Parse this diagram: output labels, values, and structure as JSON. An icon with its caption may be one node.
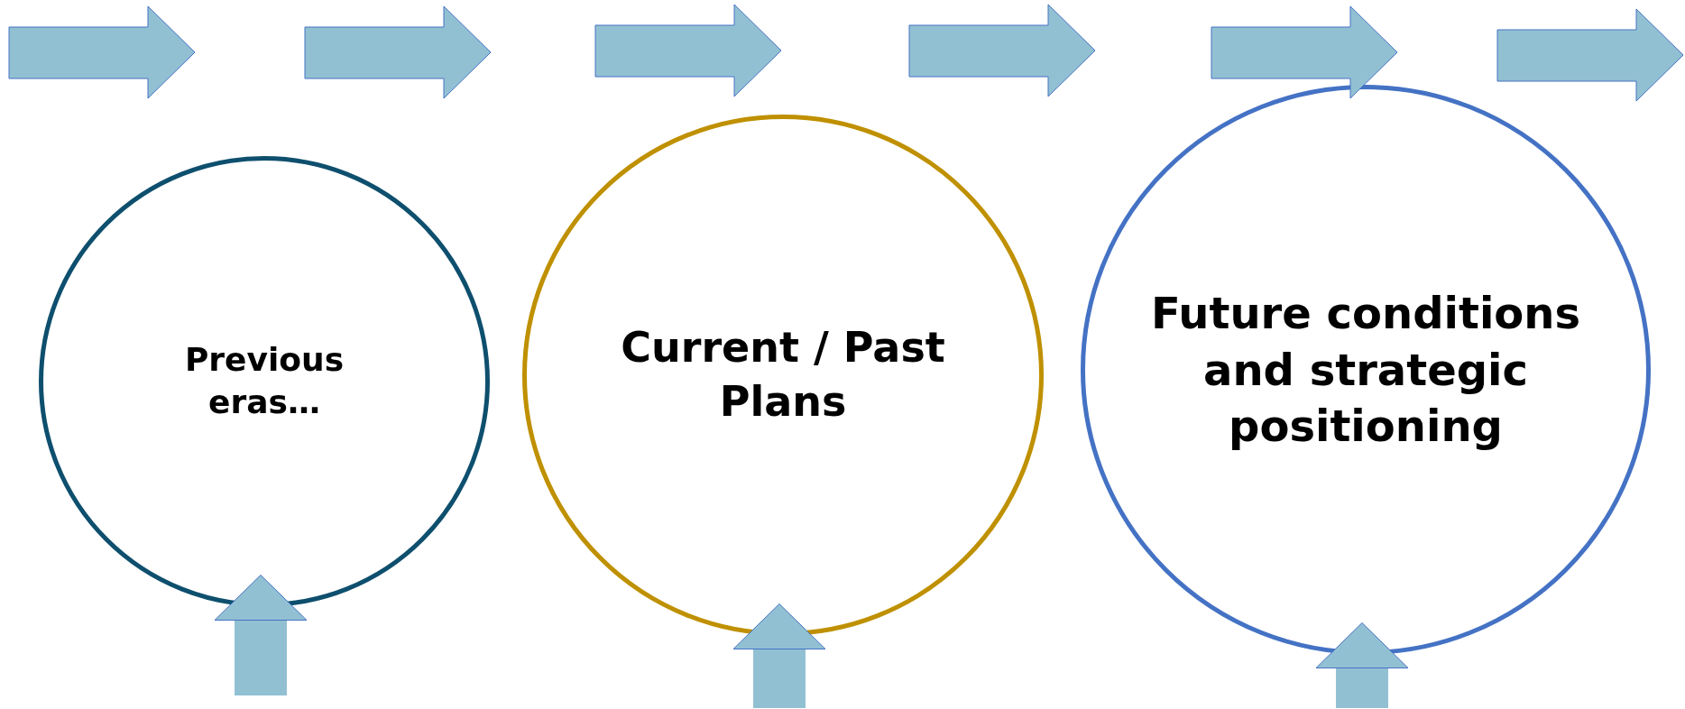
{
  "diagram": {
    "nodes": [
      {
        "text": [
          "Previous eras…"
        ]
      },
      {
        "text": [
          "Current / Past Plans"
        ]
      },
      {
        "text": [
          "Future conditions and strategic positioning"
        ]
      }
    ],
    "edges": [
      {
        "from": null,
        "to": 0,
        "arrow": "to"
      },
      {
        "from": null,
        "to": 1,
        "arrow": "to"
      },
      {
        "from": null,
        "to": 2,
        "arrow": "to"
      }
    ]
  }
}
